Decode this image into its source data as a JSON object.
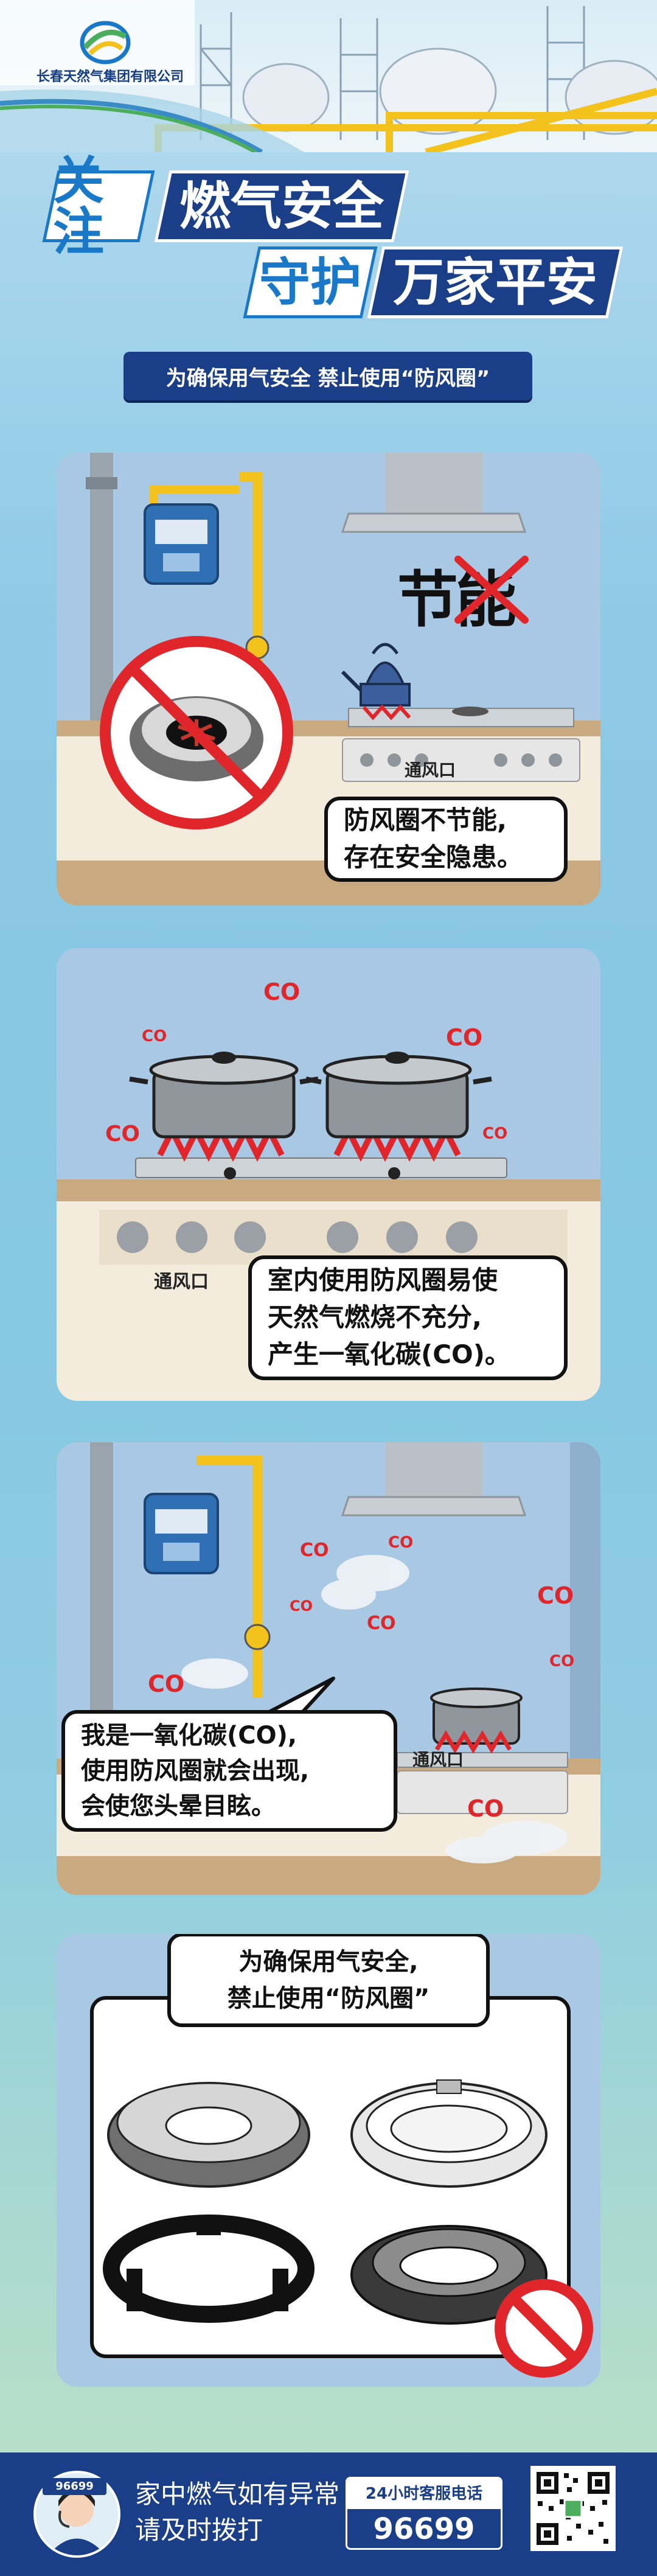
{
  "header": {
    "company_name": "长春天然气集团有限公司",
    "title_line1_a": "关注",
    "title_line1_b": "燃气安全",
    "title_line2_a": "守护",
    "title_line2_b": "万家平安"
  },
  "banner": {
    "text": "为确保用气安全  禁止使用“防风圈”"
  },
  "panel1": {
    "sign_text": "节能",
    "vent_label": "通风口",
    "bubble_line1": "防风圈不节能,",
    "bubble_line2": "存在安全隐患。"
  },
  "panel2": {
    "co_label": "CO",
    "vent_label": "通风口",
    "bubble_line1": "室内使用防风圈易使",
    "bubble_line2": "天然气燃烧不充分,",
    "bubble_line3": "产生一氧化碳(CO)。"
  },
  "panel3": {
    "co_label": "CO",
    "vent_label": "通风口",
    "bubble_line1": "我是一氧化碳(CO),",
    "bubble_line2": "使用防风圈就会出现,",
    "bubble_line3": "会使您头晕目眩。"
  },
  "panel4": {
    "tag_line1": "为确保用气安全,",
    "tag_line2": "禁止使用“防风圈”"
  },
  "footer": {
    "avatar_number": "96699",
    "notice_line1": "家中燃气如有异常",
    "notice_line2": "请及时拨打",
    "hotline_label": "24小时客服电话",
    "hotline_number": "96699"
  },
  "colors": {
    "navy": "#1b3e88",
    "accent_blue": "#1a78c9",
    "red": "#e0262b",
    "yellow_pipe": "#f3c21d"
  }
}
